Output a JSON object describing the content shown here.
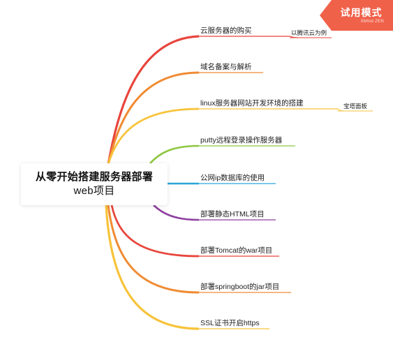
{
  "central_topic": {
    "line1": "从零开始搭建服务器部署",
    "line2": "web项目"
  },
  "branches": [
    {
      "label": "云服务器的购买",
      "color": "#e8453c",
      "sub": "以腾讯云为例"
    },
    {
      "label": "域名备案与解析",
      "color": "#f08b33"
    },
    {
      "label": "linux服务器网站开发环境的搭建",
      "color": "#f7c33a",
      "sub": "宝塔面板"
    },
    {
      "label": "putty远程登录操作服务器",
      "color": "#8dc63f"
    },
    {
      "label": "公网ip数据库的使用",
      "color": "#2aa6d8"
    },
    {
      "label": "部署静态HTML项目",
      "color": "#8e3fa0"
    },
    {
      "label": "部署Tomcat的war项目",
      "color": "#e8453c"
    },
    {
      "label": "部署springboot的jar项目",
      "color": "#f08b33"
    },
    {
      "label": "SSL证书开启https",
      "color": "#f7c33a"
    }
  ],
  "trial_badge": {
    "title": "试用模式",
    "subtitle": "XMind ZEN",
    "color": "#f0614a"
  }
}
